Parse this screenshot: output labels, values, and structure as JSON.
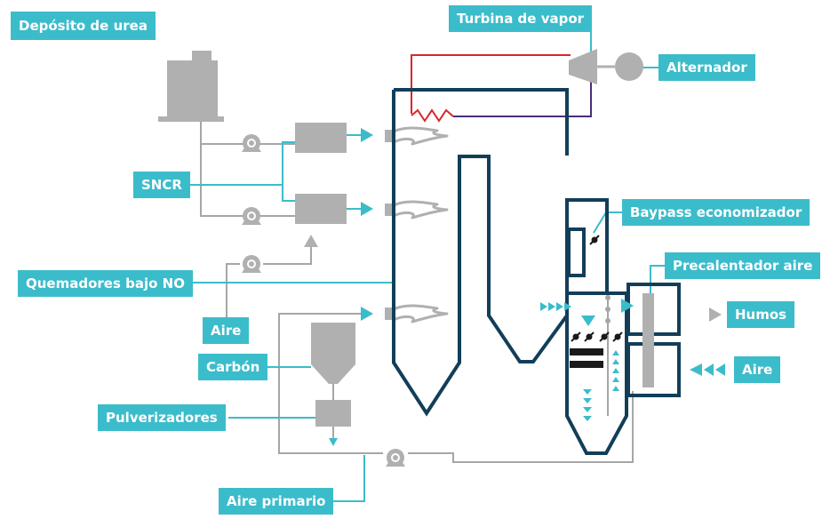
{
  "labels": {
    "urea_tank": "Depósito de urea",
    "steam_turbine": "Turbina de vapor",
    "alternator": "Alternador",
    "sncr": "SNCR",
    "economizer_bypass": "Baypass economizador",
    "air_preheater": "Precalentador aire",
    "low_nox_burners": "Quemadores bajo NO",
    "flue_gas": "Humos",
    "air_inlet": "Aire",
    "air": "Aire",
    "coal": "Carbón",
    "pulverizers": "Pulverizadores",
    "primary_air": "Aire primario"
  },
  "colors": {
    "label_bg": "#3bbccb",
    "label_text": "#ffffff",
    "boiler_outline": "#123e58",
    "equipment_gray": "#b0b0b0",
    "pipe_gray": "#a6a6a6",
    "flow_arrow": "#3bbccb",
    "steam_hot": "#d9262c",
    "steam_return": "#4b2c7a"
  }
}
